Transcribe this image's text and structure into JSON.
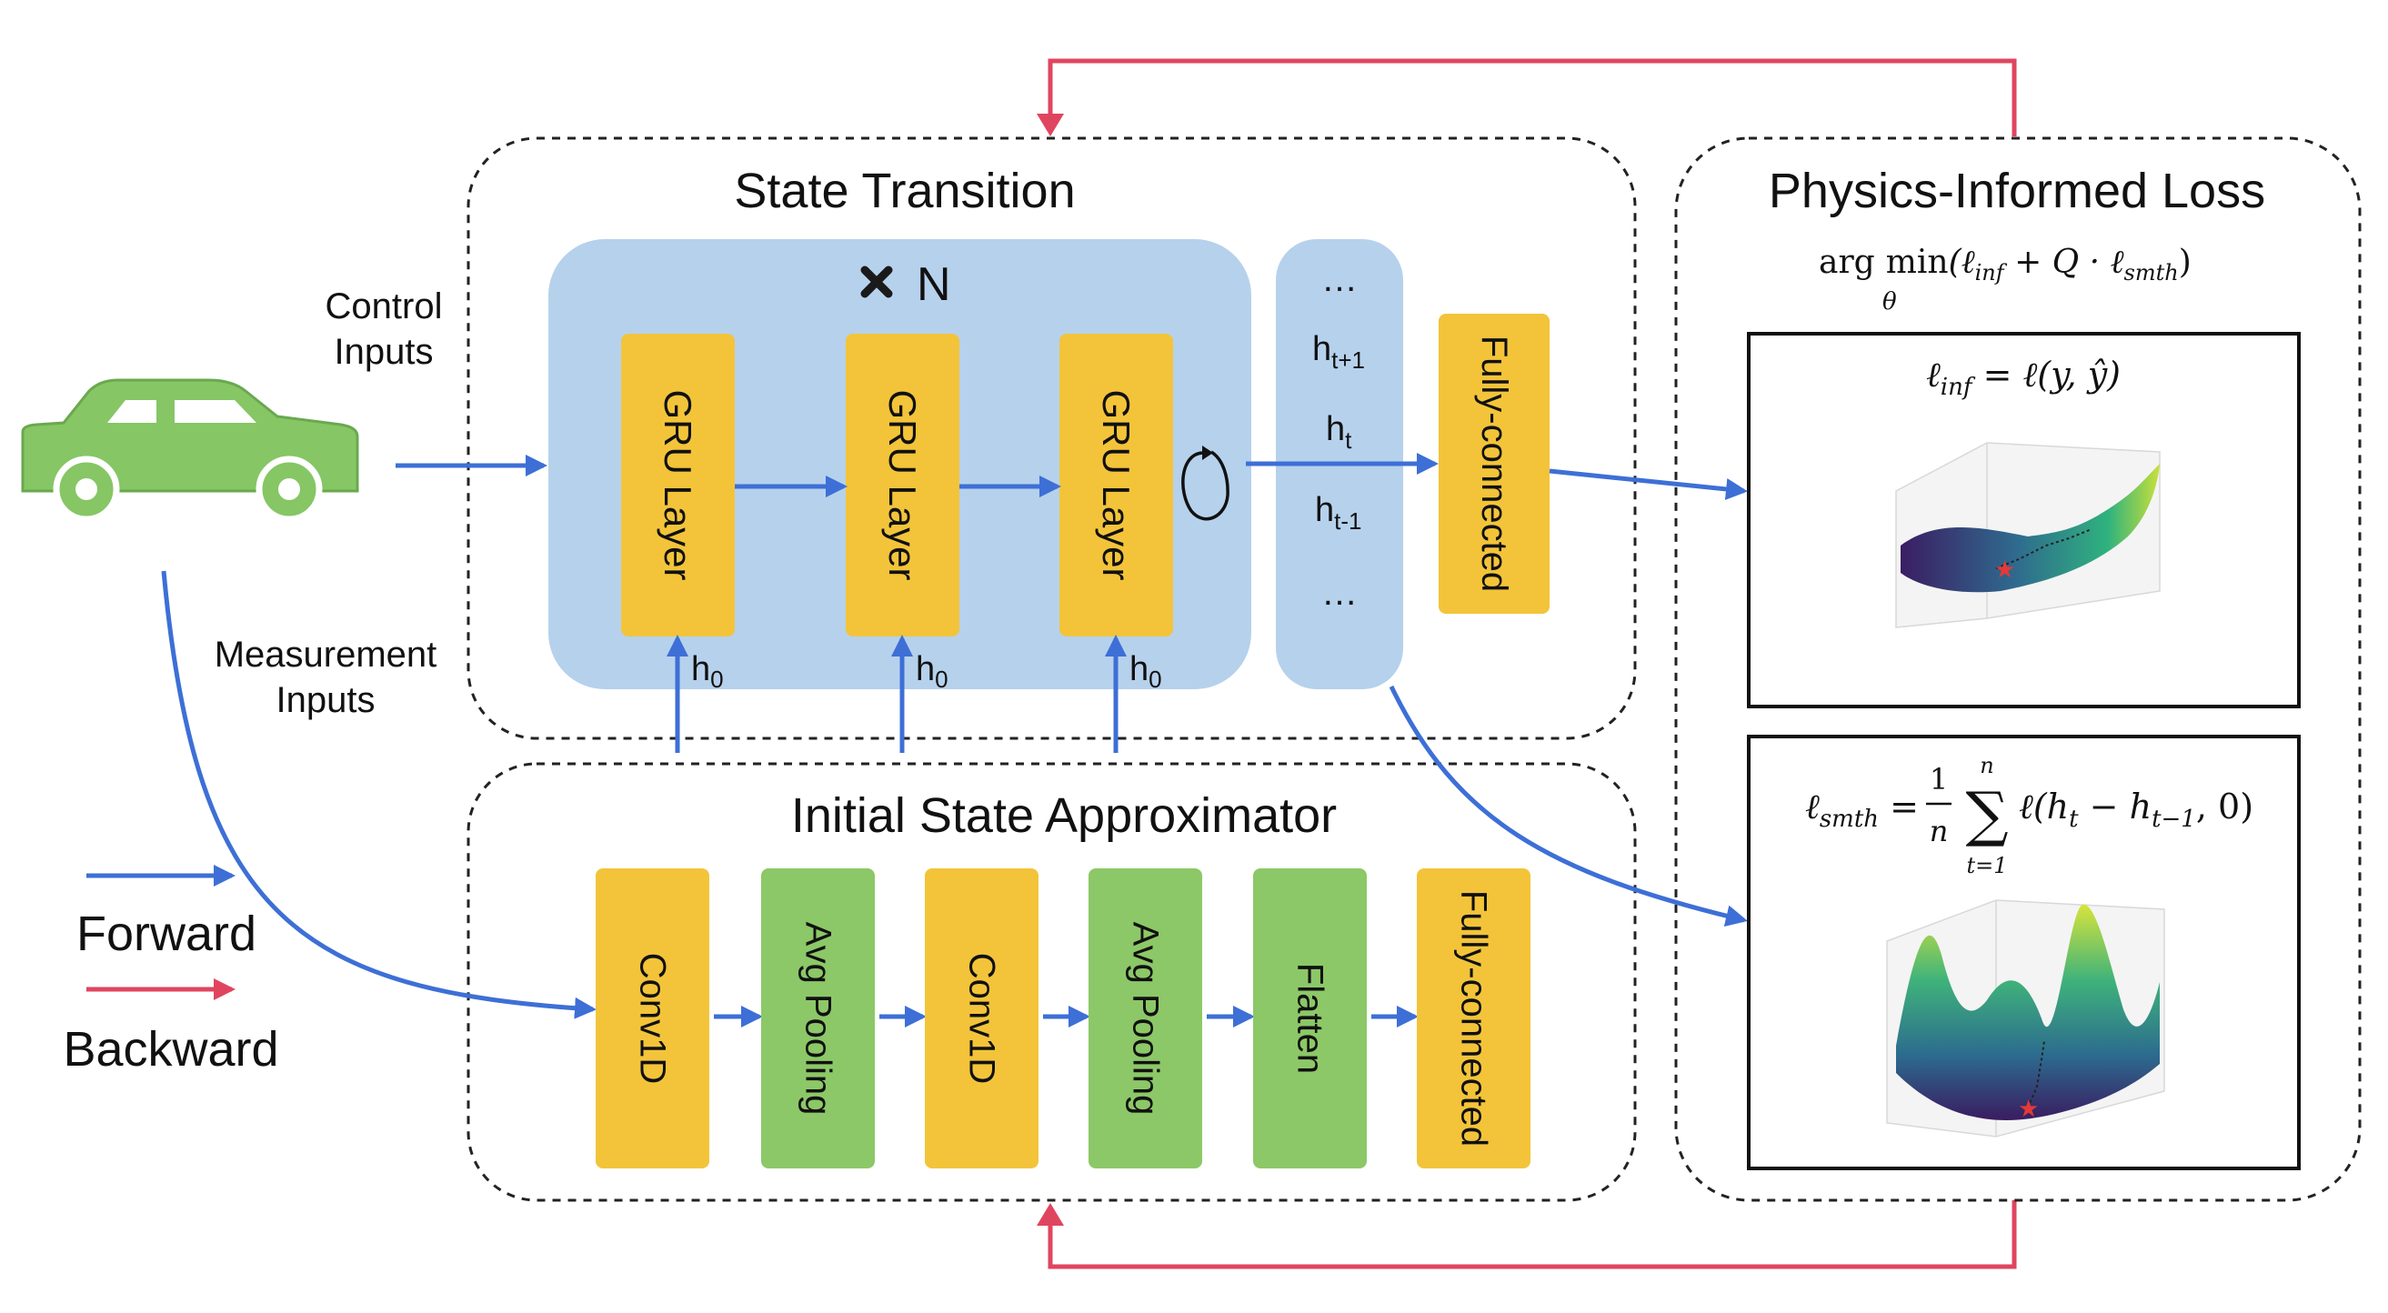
{
  "sections": {
    "state_transition": "State Transition",
    "initial_state": "Initial State Approximator",
    "physics_loss": "Physics-Informed Loss"
  },
  "inputs": {
    "control": [
      "Control",
      "Inputs"
    ],
    "measurement": [
      "Measurement",
      "Inputs"
    ]
  },
  "state_transition": {
    "repeat": "N",
    "gru_layers": [
      "GRU Layer",
      "GRU Layer",
      "GRU Layer"
    ],
    "h0": "h",
    "h0_sub": "0",
    "hidden_states": {
      "ellipsis": "…",
      "h_next": "h",
      "h_next_sub": "t+1",
      "h_cur": "h",
      "h_cur_sub": "t",
      "h_prev": "h",
      "h_prev_sub": "t-1"
    },
    "fc": "Fully-connected"
  },
  "initial_state": {
    "blocks": [
      {
        "label": "Conv1D",
        "kind": "yellow"
      },
      {
        "label": "Avg Pooling",
        "kind": "green"
      },
      {
        "label": "Conv1D",
        "kind": "yellow"
      },
      {
        "label": "Avg Pooling",
        "kind": "green"
      },
      {
        "label": "Flatten",
        "kind": "green"
      },
      {
        "label": "Fully-connected",
        "kind": "yellow"
      }
    ]
  },
  "loss": {
    "objective": {
      "arg": "arg",
      "min": "min",
      "under": "θ",
      "body": "(ℓ",
      "inf": "inf",
      "plus": " + Q · ℓ",
      "smth": "smth",
      "close": ")"
    },
    "inf_formula": {
      "l": "ℓ",
      "sub": "inf",
      "rest": " = ℓ(y, ŷ)"
    },
    "smth_formula": {
      "l": "ℓ",
      "sub": "smth",
      "eq": " = ",
      "frac_num": "1",
      "frac_den": "n",
      "sum": "∑",
      "sum_top": "n",
      "sum_bot": "t=1",
      "body": "ℓ(h",
      "t": "t",
      "minus": " − h",
      "tm1": "t−1",
      "tail": ", 0)"
    }
  },
  "legend": {
    "forward": "Forward",
    "backward": "Backward"
  },
  "colors": {
    "forward": "#3d6fd6",
    "backward": "#e0455f",
    "yellow_block": "#f3c43a",
    "green_block": "#8cc867",
    "blue_panel": "#b6d1ec",
    "car": "#86c665"
  }
}
